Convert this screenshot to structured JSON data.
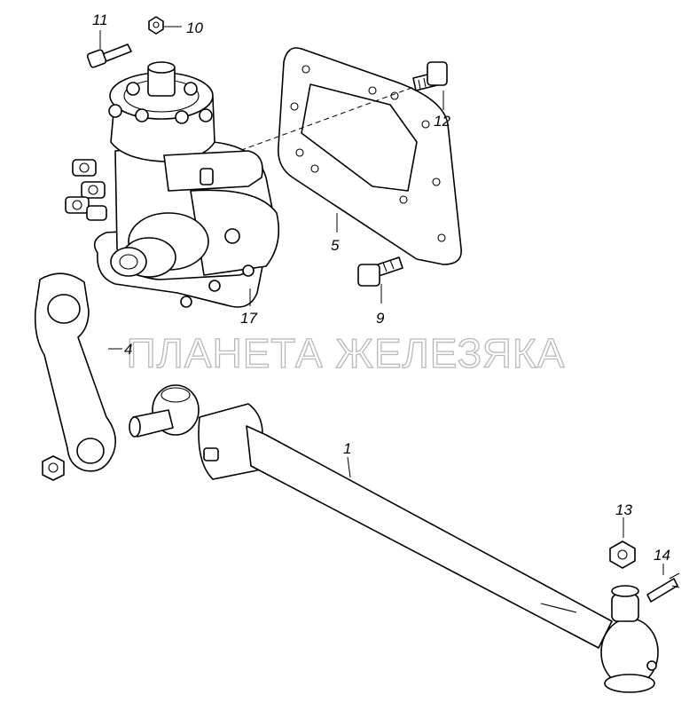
{
  "watermark": "ПЛАНЕТА ЖЕЛЕЗЯКА",
  "labels": {
    "p1": "1",
    "p4": "4",
    "p5": "5",
    "p9": "9",
    "p10": "10",
    "p11": "11",
    "p12": "12",
    "p13": "13",
    "p14": "14",
    "p17": "17"
  }
}
